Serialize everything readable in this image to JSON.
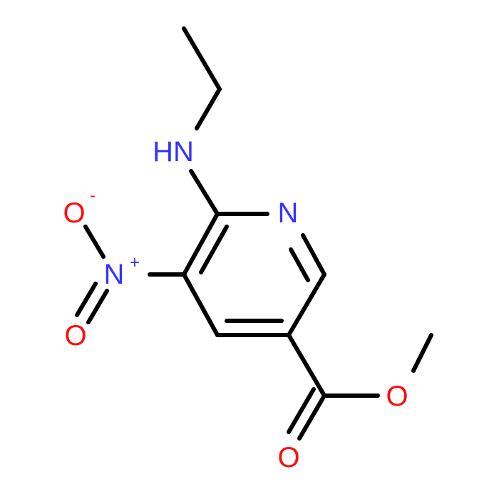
{
  "colors": {
    "bond": "#000000",
    "nitrogen": "#3333ff",
    "oxygen": "#ff0d0d",
    "background": "#ffffff"
  },
  "atoms": {
    "amine_nh": "HN",
    "ring_n": "N",
    "nitro_n": "N",
    "nitro_n_charge": "+",
    "nitro_o_top": "O",
    "nitro_o_top_charge": "-",
    "nitro_o_bottom": "O",
    "ester_o": "O",
    "carbonyl_o": "O"
  }
}
